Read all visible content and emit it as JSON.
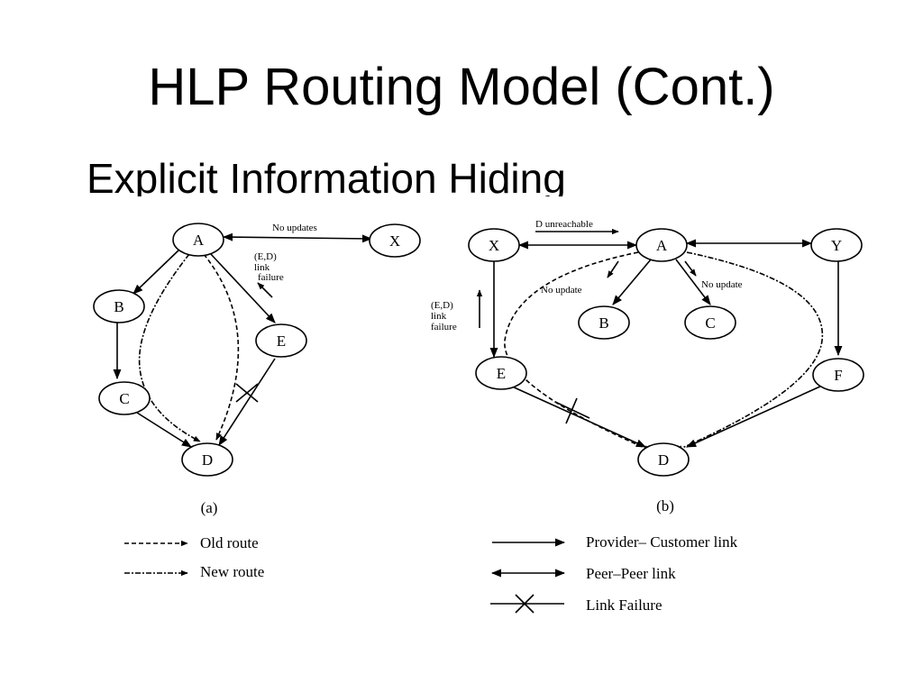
{
  "slide": {
    "title": "HLP Routing Model (Cont.)",
    "subtitle": "Explicit Information Hiding"
  },
  "diagram_a": {
    "nodes": {
      "A": "A",
      "X": "X",
      "B": "B",
      "C": "C",
      "E": "E",
      "D": "D"
    },
    "label_no_updates": "No updates",
    "label_failure_1": "(E,D)",
    "label_failure_2": "link",
    "label_failure_3": "failure",
    "caption": "(a)"
  },
  "diagram_b": {
    "nodes": {
      "X": "X",
      "A": "A",
      "Y": "Y",
      "B": "B",
      "C": "C",
      "E": "E",
      "F": "F",
      "D": "D"
    },
    "label_unreachable": "D unreachable",
    "label_no_update_left": "No update",
    "label_no_update_right": "No update",
    "label_failure_1": "(E,D)",
    "label_failure_2": "link",
    "label_failure_3": "failure",
    "caption": "(b)"
  },
  "legend": {
    "old_route": "Old route",
    "new_route": "New route",
    "provider_customer": "Provider– Customer link",
    "peer_peer": "Peer–Peer link",
    "link_failure": "Link Failure"
  }
}
